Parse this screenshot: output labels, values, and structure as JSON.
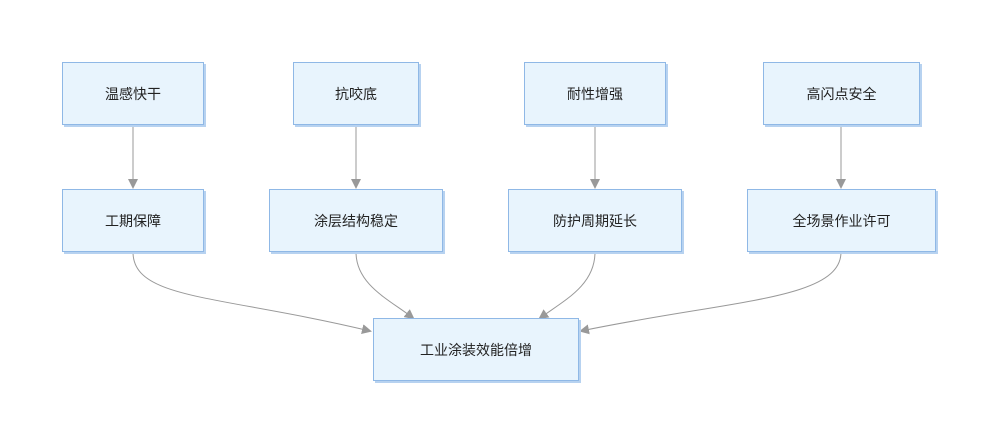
{
  "top_nodes": [
    {
      "label": "温感快干"
    },
    {
      "label": "抗咬底"
    },
    {
      "label": "耐性增强"
    },
    {
      "label": "高闪点安全"
    }
  ],
  "middle_nodes": [
    {
      "label": "工期保障"
    },
    {
      "label": "涂层结构稳定"
    },
    {
      "label": "防护周期延长"
    },
    {
      "label": "全场景作业许可"
    }
  ],
  "goal_node": {
    "label": "工业涂装效能倍增"
  },
  "colors": {
    "node_fill": "#e8f4fd",
    "node_border": "#8fb8e6",
    "edge": "#999999",
    "text": "#222222"
  }
}
